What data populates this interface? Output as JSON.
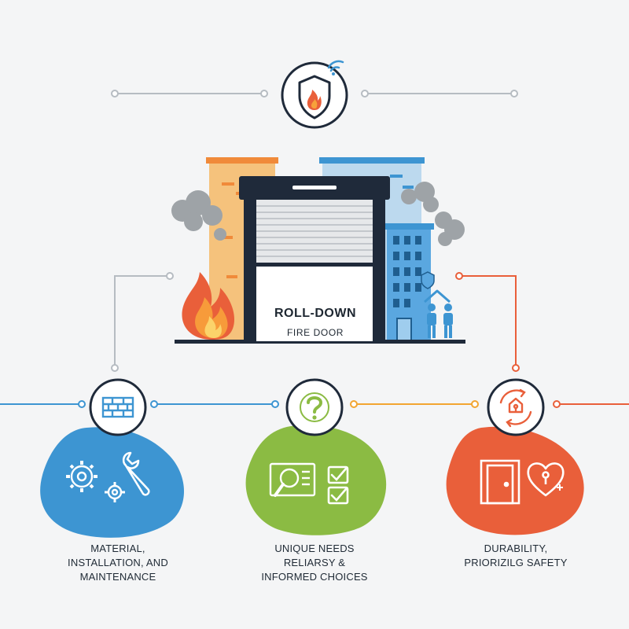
{
  "hero": {
    "title": "ROLL-DOWN",
    "subtitle": "FIRE DOOR"
  },
  "pillars": [
    {
      "lines": [
        "MATERIAL,",
        "INSTALLATION, AND",
        "MAINTENANCE"
      ]
    },
    {
      "lines": [
        "UNIQUE NEEDS",
        "RELIARSY &",
        "INFORMED CHOICES"
      ]
    },
    {
      "lines": [
        "DURABILITY,",
        "PRIORIZILG SAFETY"
      ]
    }
  ],
  "colors": {
    "blue": "#3d95d2",
    "green": "#8bbb43",
    "orange": "#e95f3a",
    "navy": "#1f2a3a",
    "connector": "#b6bcc2"
  },
  "icons": {
    "top": "shield-fire-wifi-icon",
    "pillar1": [
      "brick-wall-icon",
      "gears-icon",
      "wrench-icon"
    ],
    "pillar2": [
      "question-icon",
      "magnifier-icon",
      "checklist-icon"
    ],
    "pillar3": [
      "house-cycle-icon",
      "door-icon",
      "heart-key-icon"
    ]
  }
}
